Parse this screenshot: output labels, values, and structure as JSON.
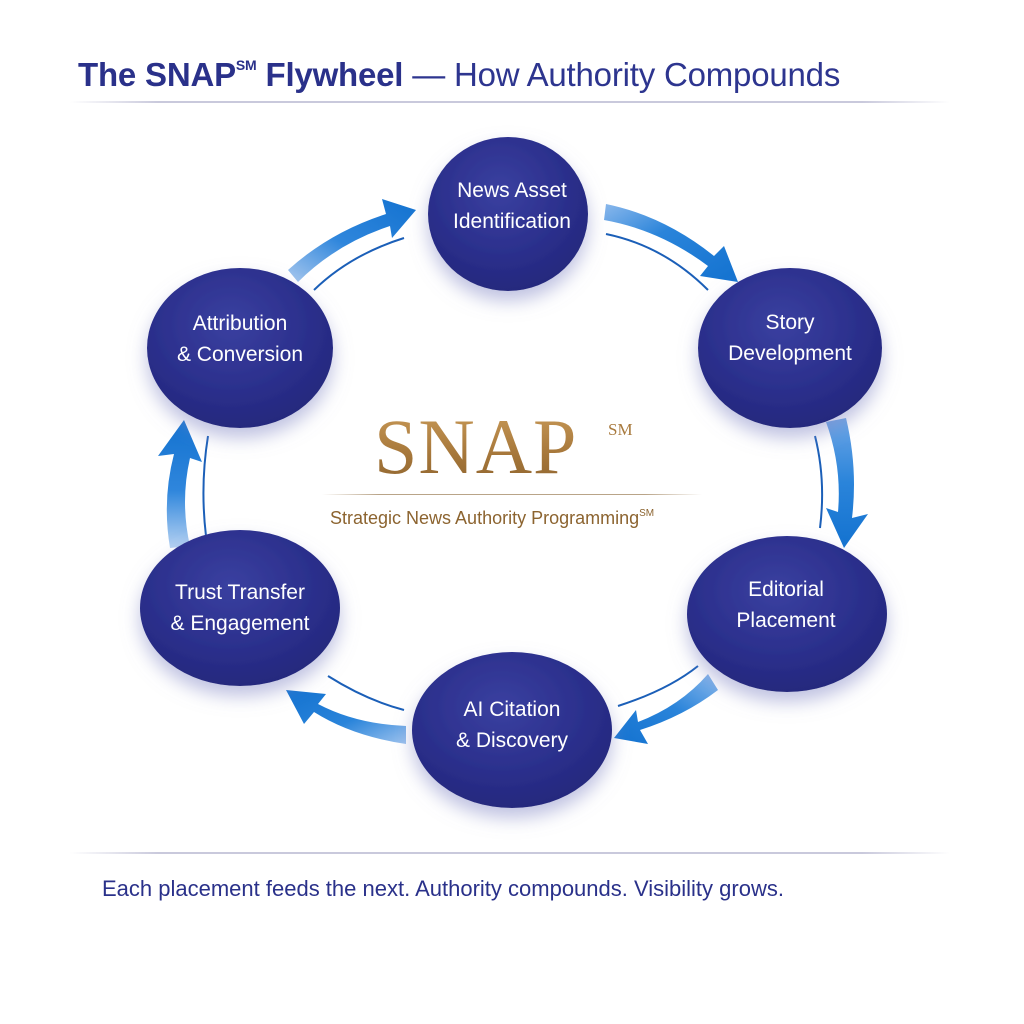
{
  "header": {
    "title_bold": "The SNAP",
    "title_mark": "SM",
    "title_bold_end": " Flywheel",
    "title_rest": " — How Authority Compounds"
  },
  "center": {
    "brand": "SNAP",
    "brand_mark": "SM",
    "subtitle": "Strategic News Authority Programming",
    "subtitle_mark": "SM"
  },
  "nodes": [
    {
      "line1": "News Asset",
      "line2": "Identification"
    },
    {
      "line1": "Story",
      "line2": "Development"
    },
    {
      "line1": "Editorial",
      "line2": "Placement"
    },
    {
      "line1": "AI Citation",
      "line2": "& Discovery"
    },
    {
      "line1": "Trust Transfer",
      "line2": "& Engagement"
    },
    {
      "line1": "Attribution",
      "line2": "& Conversion"
    }
  ],
  "arrows": [
    {
      "from": "News Asset Identification",
      "to": "Story Development",
      "icon": "arrow-curved-right"
    },
    {
      "from": "Story Development",
      "to": "Editorial Placement",
      "icon": "arrow-curved-down"
    },
    {
      "from": "Editorial Placement",
      "to": "AI Citation & Discovery",
      "icon": "arrow-curved-left"
    },
    {
      "from": "AI Citation & Discovery",
      "to": "Trust Transfer & Engagement",
      "icon": "arrow-curved-left"
    },
    {
      "from": "Trust Transfer & Engagement",
      "to": "Attribution & Conversion",
      "icon": "arrow-curved-up"
    },
    {
      "from": "Attribution & Conversion",
      "to": "News Asset Identification",
      "icon": "arrow-curved-right"
    }
  ],
  "footer": {
    "tagline": "Each placement feeds the next. Authority compounds. Visibility grows."
  },
  "colors": {
    "node_fill": "#2b2f8c",
    "arrow_blue": "#1a7ad4",
    "title_navy": "#2a318a",
    "gold": "#b0813f"
  }
}
